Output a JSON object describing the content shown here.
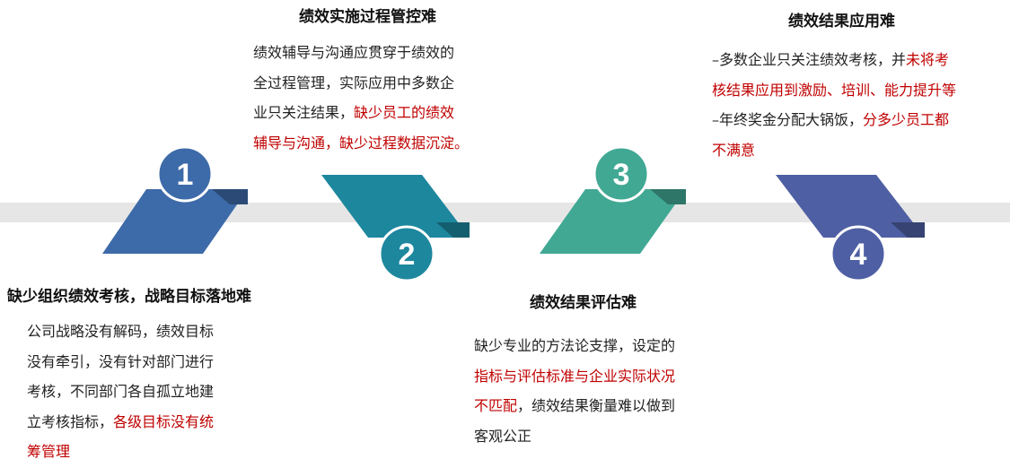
{
  "colors": {
    "step1": "#3d6aa8",
    "step2": "#1d879e",
    "step3": "#41a894",
    "step4": "#4f5fa3",
    "highlight": "#c00000",
    "band": "#e6e6e6"
  },
  "steps": [
    {
      "number": "1",
      "title": "缺少组织绩效考核，战略目标落地难",
      "lines": [
        [
          {
            "t": "公司战略没有解码，绩效目标"
          }
        ],
        [
          {
            "t": "没有牵引，没有针对部门进行"
          }
        ],
        [
          {
            "t": "考核，不同部门各自孤立地建"
          }
        ],
        [
          {
            "t": "立考核指标，"
          },
          {
            "t": "各级目标没有统",
            "hl": true
          }
        ],
        [
          {
            "t": "筹管理",
            "hl": true
          }
        ]
      ]
    },
    {
      "number": "2",
      "title": "绩效实施过程管控难",
      "lines": [
        [
          {
            "t": "绩效辅导与沟通应贯穿于绩效的"
          }
        ],
        [
          {
            "t": "全过程管理，实际应用中多数企"
          }
        ],
        [
          {
            "t": "业只关注结果，"
          },
          {
            "t": "缺少员工的绩效",
            "hl": true
          }
        ],
        [
          {
            "t": "辅导与沟通，缺少过程数据沉淀。",
            "hl": true
          }
        ]
      ]
    },
    {
      "number": "3",
      "title": "绩效结果评估难",
      "lines": [
        [
          {
            "t": "缺少专业的方法论支撑，设定的"
          }
        ],
        [
          {
            "t": "指标与评估标准与企业实际状况",
            "hl": true
          }
        ],
        [
          {
            "t": "不匹配",
            "hl": true
          },
          {
            "t": "，绩效结果衡量难以做到"
          }
        ],
        [
          {
            "t": "客观公正"
          }
        ]
      ]
    },
    {
      "number": "4",
      "title": "绩效结果应用难",
      "lines": [
        [
          {
            "t": "–多数企业只关注绩效考核，并"
          },
          {
            "t": "未将考",
            "hl": true
          }
        ],
        [
          {
            "t": "核结果应用到激励、培训、能力提升等",
            "hl": true
          }
        ],
        [
          {
            "t": "–年终奖金分配大锅饭，"
          },
          {
            "t": "分多少员工都",
            "hl": true
          }
        ],
        [
          {
            "t": "不满意",
            "hl": true
          }
        ]
      ]
    }
  ]
}
